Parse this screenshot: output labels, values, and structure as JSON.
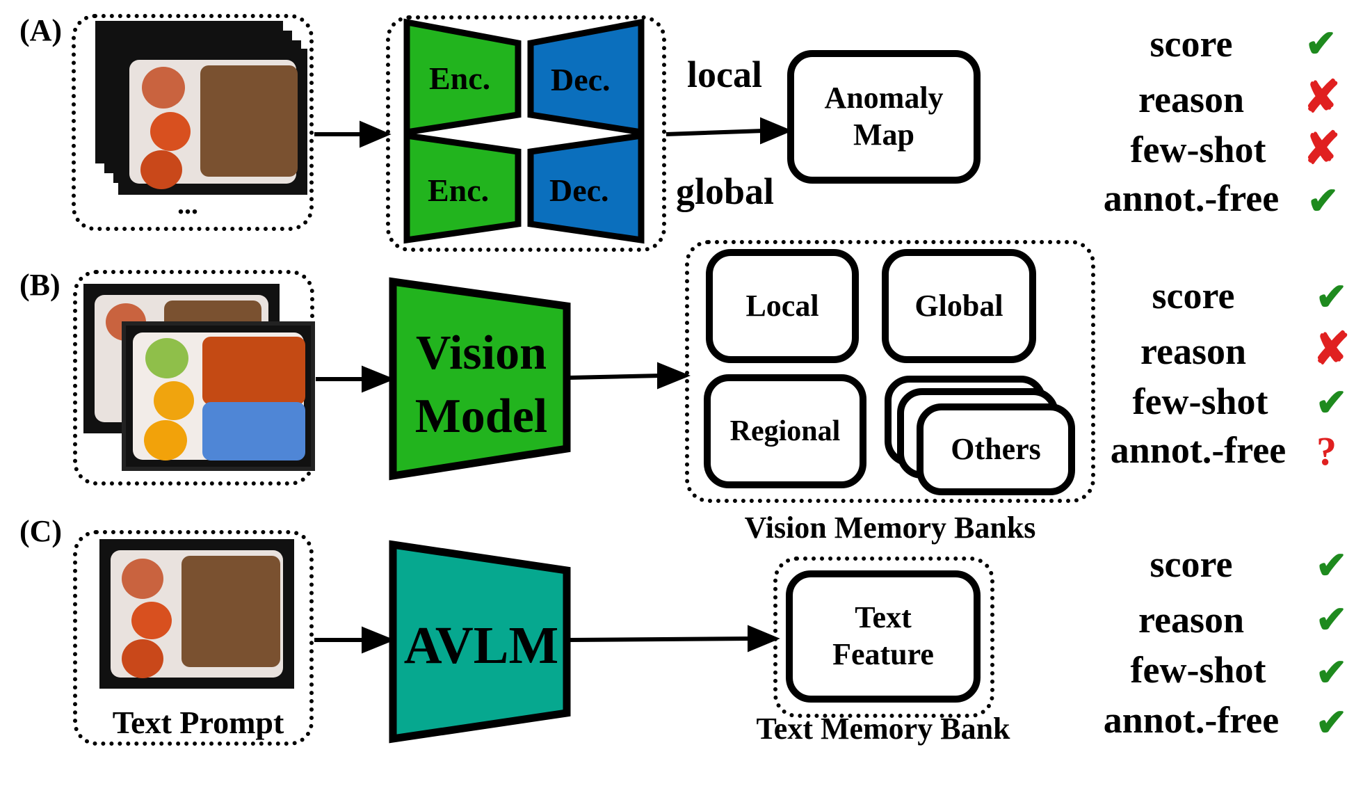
{
  "rows": {
    "A": {
      "tag": "(A)",
      "ellipsis": "...",
      "enc_label": "Enc.",
      "dec_label": "Dec.",
      "branch_local": "local",
      "branch_global": "global",
      "output": "Anomaly Map",
      "criteria": [
        {
          "name": "score",
          "mark": "✔",
          "status": "check"
        },
        {
          "name": "reason",
          "mark": "✘",
          "status": "cross"
        },
        {
          "name": "few-shot",
          "mark": "✘",
          "status": "cross"
        },
        {
          "name": "annot.-free",
          "mark": "✔",
          "status": "check"
        }
      ]
    },
    "B": {
      "tag": "(B)",
      "model": "Vision Model",
      "banks": [
        "Local",
        "Global",
        "Regional",
        "Others"
      ],
      "banks_caption": "Vision Memory Banks",
      "criteria": [
        {
          "name": "score",
          "mark": "✔",
          "status": "check"
        },
        {
          "name": "reason",
          "mark": "✘",
          "status": "cross"
        },
        {
          "name": "few-shot",
          "mark": "✔",
          "status": "check"
        },
        {
          "name": "annot.-free",
          "mark": "?",
          "status": "unknown"
        }
      ]
    },
    "C": {
      "tag": "(C)",
      "input_caption": "Text Prompt",
      "model": "AVLM",
      "output": "Text Feature",
      "bank_caption": "Text Memory Bank",
      "criteria": [
        {
          "name": "score",
          "mark": "✔",
          "status": "check"
        },
        {
          "name": "reason",
          "mark": "✔",
          "status": "check"
        },
        {
          "name": "few-shot",
          "mark": "✔",
          "status": "check"
        },
        {
          "name": "annot.-free",
          "mark": "✔",
          "status": "check"
        }
      ]
    }
  },
  "colors": {
    "encoder_green": "#22b41e",
    "decoder_blue": "#0b6fbd",
    "avlm_teal": "#06a88f",
    "check_green": "#1e8a1e",
    "cross_red": "#e02020"
  }
}
